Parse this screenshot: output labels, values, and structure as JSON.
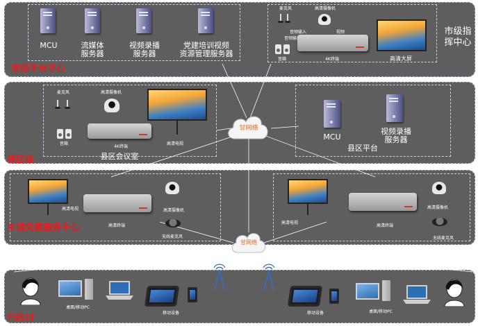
{
  "tiers": {
    "city": {
      "label": "市级平台中心",
      "servers": [
        "MCU",
        "流媒体\n服务器",
        "视频录播\n服务器",
        "党建培训视频\n资源管理服务器"
      ],
      "command_center": {
        "title": "市级指\n挥中心",
        "mic_label": "麦克风",
        "camera_label": "高清摄像机",
        "audio_in_label": "音频输入",
        "audio_out_label": "音频输出",
        "video_label": "视频",
        "speaker_label": "音箱",
        "terminal_label": "4K终端",
        "screen_label": "高清大屏"
      }
    },
    "county": {
      "label": "县区级",
      "room": {
        "title": "县区会议室",
        "mic_label": "麦克风",
        "camera_label": "高清摄像机",
        "speaker_label": "音箱",
        "terminal_label": "4K终端",
        "screen_label": "高清电视"
      },
      "platform": {
        "title": "县区平台",
        "servers": [
          "MCU",
          "视频录播\n服务器"
        ]
      }
    },
    "town": {
      "label": "乡镇党建服务中心",
      "sites": [
        {
          "tv_label": "高清电视",
          "camera_label": "高清摄像机",
          "terminal_label": "高清终端",
          "mic_label": "无线麦克风"
        },
        {
          "tv_label": "高清电视",
          "camera_label": "高清摄像机",
          "terminal_label": "高清终端",
          "mic_label": "无线麦克风"
        }
      ]
    },
    "village": {
      "label": "行政村",
      "desktop_label_left": "桌面/移动PC",
      "mobile_label_left": "移动设备",
      "mobile_label_right": "移动设备",
      "desktop_label_right": "桌面/移动PC"
    }
  },
  "networks": {
    "upper": "甘网络",
    "lower": "甘网络"
  },
  "colors": {
    "tier_background": "#5e5e5e",
    "tier_label": "#e02020",
    "link_line": "#ffffff",
    "cloud": "#ffffff"
  },
  "icons": [
    "server-icon",
    "video-terminal-icon",
    "tv-screen-icon",
    "hd-camera-icon",
    "speaker-icon",
    "microphone-icon",
    "wireless-mic-icon",
    "desktop-pc-icon",
    "laptop-icon",
    "tablet-icon",
    "phone-icon",
    "user-avatar-icon",
    "cell-tower-icon",
    "cloud-network-icon"
  ]
}
